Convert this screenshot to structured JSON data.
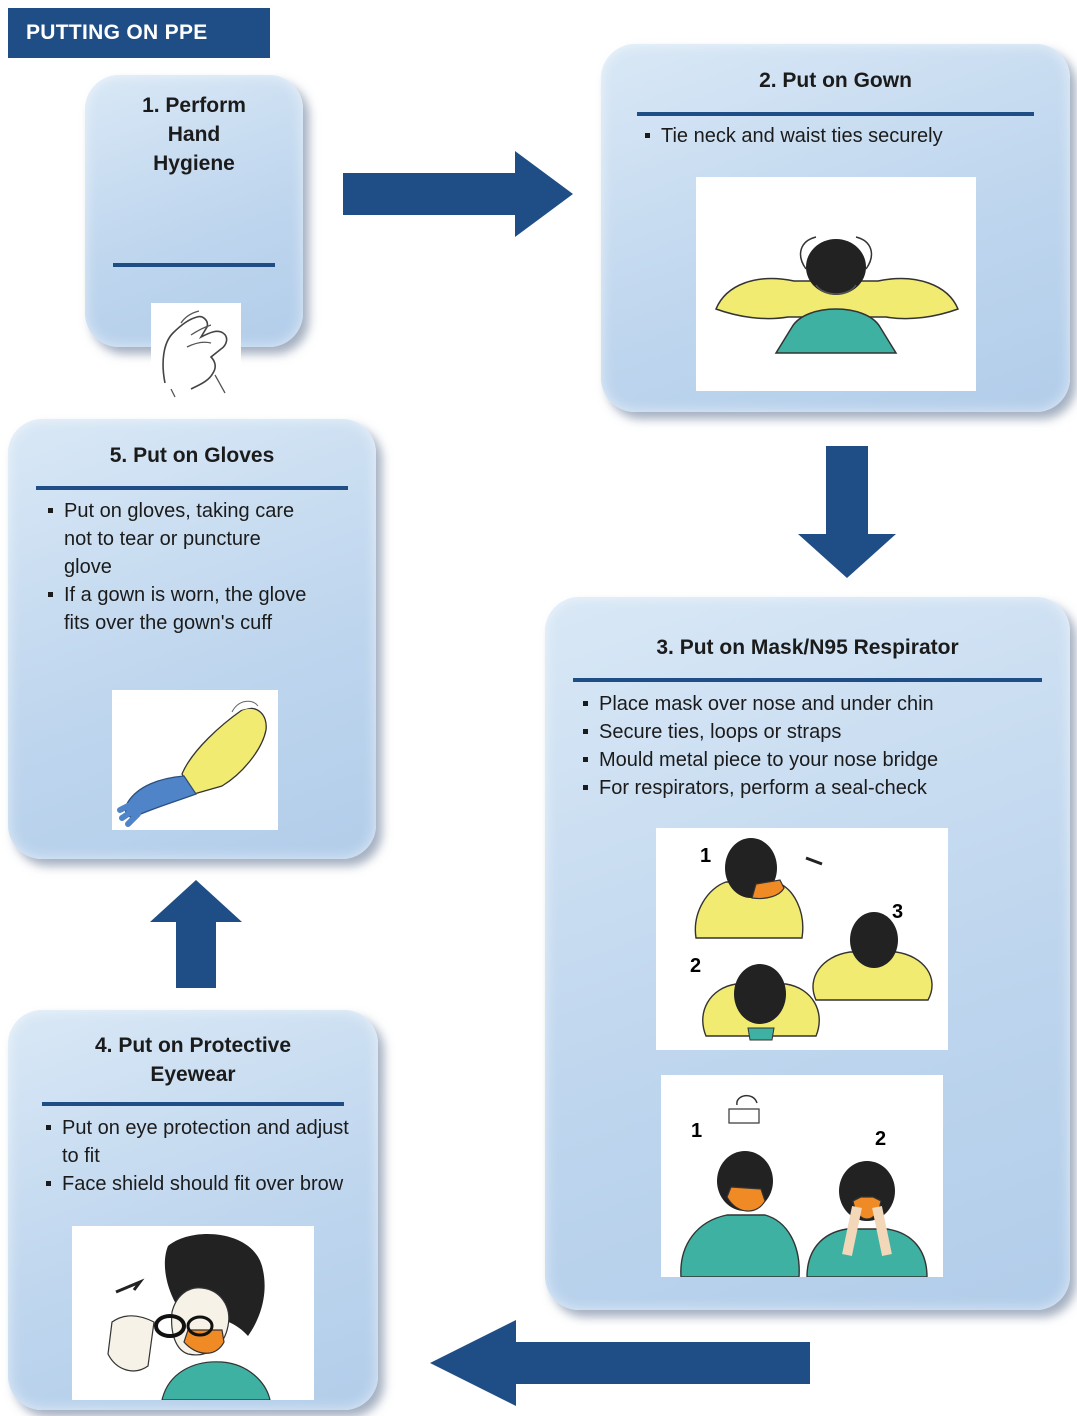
{
  "header": {
    "title": "PUTTING ON PPE"
  },
  "steps": {
    "s1": {
      "title": "1.  Perform\nHand\nHygiene"
    },
    "s2": {
      "title": "2.  Put on Gown",
      "bullets": [
        "Tie neck and waist ties securely"
      ]
    },
    "s3": {
      "title": "3.  Put on Mask/N95 Respirator",
      "bullets": [
        "Place mask over nose and under chin",
        "Secure ties, loops or straps",
        "Mould metal piece to your nose bridge",
        "For respirators, perform a seal-check"
      ],
      "fig1_labels": [
        "1",
        "2",
        "3"
      ],
      "fig2_labels": [
        "1",
        "2"
      ]
    },
    "s4": {
      "title": "4.  Put on Protective\nEyewear",
      "bullets": [
        "Put on eye protection and adjust to fit",
        "Face shield should fit over brow"
      ]
    },
    "s5": {
      "title": "5.  Put on Gloves",
      "bullets": [
        "Put on gloves, taking care not to tear or puncture glove",
        "If a gown is worn, the glove fits over the gown's cuff"
      ]
    }
  },
  "colors": {
    "accent": "#1f4e86",
    "card": "#c3d8ef",
    "gown": "#f2eb72",
    "scrub": "#3fb1a3",
    "mask": "#f08a24",
    "glove": "#4f85c8"
  },
  "icons": [
    "hand-hygiene-icon",
    "gown-icon",
    "mask-icon",
    "respirator-icon",
    "eyewear-icon",
    "glove-icon",
    "arrow-right-icon",
    "arrow-down-icon",
    "arrow-up-icon",
    "arrow-left-icon"
  ]
}
